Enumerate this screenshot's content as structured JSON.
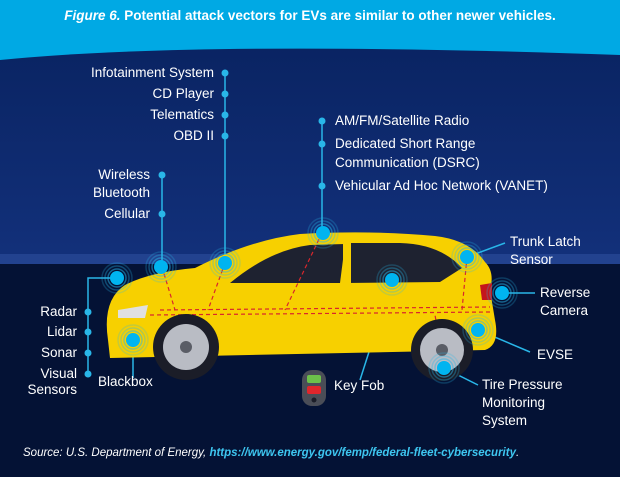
{
  "caption": {
    "figure_label": "Figure 6.",
    "text": "Potential attack vectors for EVs are similar to other newer vehicles."
  },
  "labels": {
    "infotainment": "Infotainment System",
    "cd_player": "CD Player",
    "telematics": "Telematics",
    "obd": "OBD II",
    "radio": "AM/FM/Satellite Radio",
    "dsrc_1": "Dedicated Short Range",
    "dsrc_2": "Communication (DSRC)",
    "vanet": "Vehicular Ad Hoc Network (VANET)",
    "wireless": "Wireless",
    "bluetooth": "Bluetooth",
    "cellular": "Cellular",
    "trunk_1": "Trunk Latch",
    "trunk_2": "Sensor",
    "reverse_1": "Reverse",
    "reverse_2": "Camera",
    "radar": "Radar",
    "lidar": "Lidar",
    "sonar": "Sonar",
    "visual_1": "Visual",
    "visual_2": "Sensors",
    "blackbox": "Blackbox",
    "key_fob": "Key Fob",
    "evse": "EVSE",
    "tire_1": "Tire Pressure",
    "tire_2": "Monitoring",
    "tire_3": "System"
  },
  "source": {
    "prefix": "Source: U.S. Department of Energy, ",
    "url": "https://www.energy.gov/femp/federal-fleet-cybersecurity",
    "suffix": "."
  },
  "colors": {
    "sky": "#00a9e4",
    "navy": "#0b2262",
    "ground": "#041235",
    "car": "#f7d000",
    "node": "#00b4f0"
  }
}
